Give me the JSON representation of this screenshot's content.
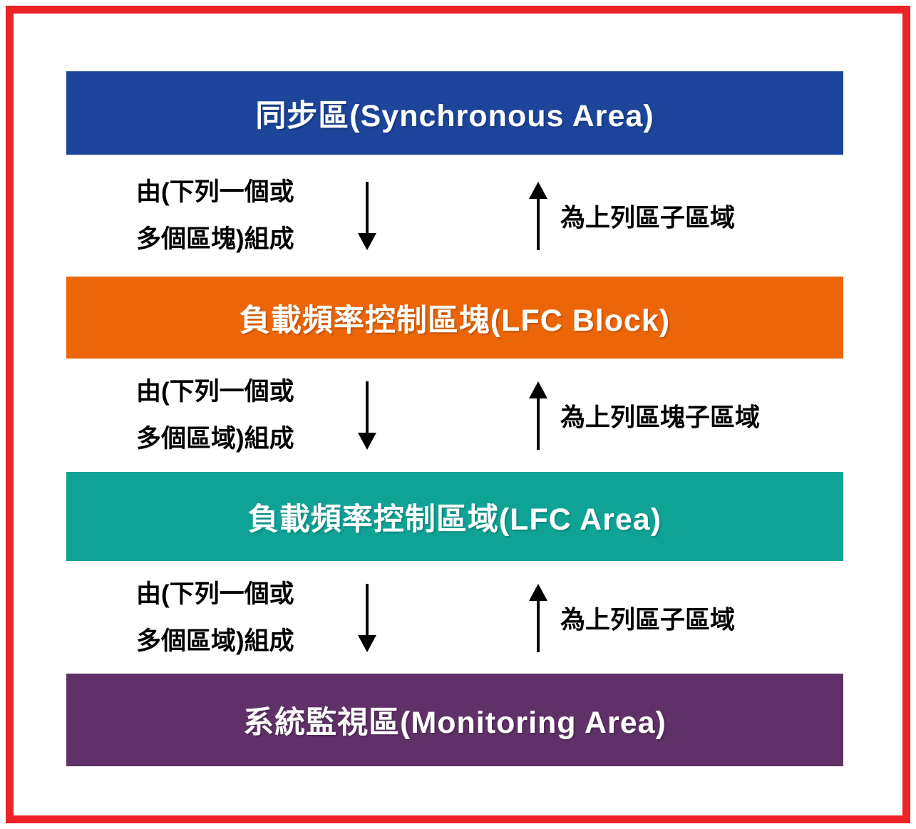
{
  "diagram": {
    "title": "LFC hierarchy diagram",
    "frame_color": "#EC2227",
    "text_color_headers": "#FFFFFF",
    "text_color_connectors": "#000000",
    "levels": [
      {
        "id": "synchronous-area",
        "label": "同步區(Synchronous Area)",
        "color": "#1C459B"
      },
      {
        "id": "lfc-block",
        "label": "負載頻率控制區塊(LFC Block)",
        "color": "#EC6608"
      },
      {
        "id": "lfc-area",
        "label": "負載頻率控制區域(LFC Area)",
        "color": "#0FA396"
      },
      {
        "id": "monitoring-area",
        "label": "系統監視區(Monitoring Area)",
        "color": "#5F3168"
      }
    ],
    "connectors": [
      {
        "left_line1": "由(下列一個或",
        "left_line2": "多個區塊)組成",
        "down_arrow": "down-arrow",
        "up_arrow": "up-arrow",
        "right_label": "為上列區子區域"
      },
      {
        "left_line1": "由(下列一個或",
        "left_line2": "多個區域)組成",
        "down_arrow": "down-arrow",
        "up_arrow": "up-arrow",
        "right_label": "為上列區塊子區域"
      },
      {
        "left_line1": "由(下列一個或",
        "left_line2": "多個區域)組成",
        "down_arrow": "down-arrow",
        "up_arrow": "up-arrow",
        "right_label": "為上列區子區域"
      }
    ]
  }
}
